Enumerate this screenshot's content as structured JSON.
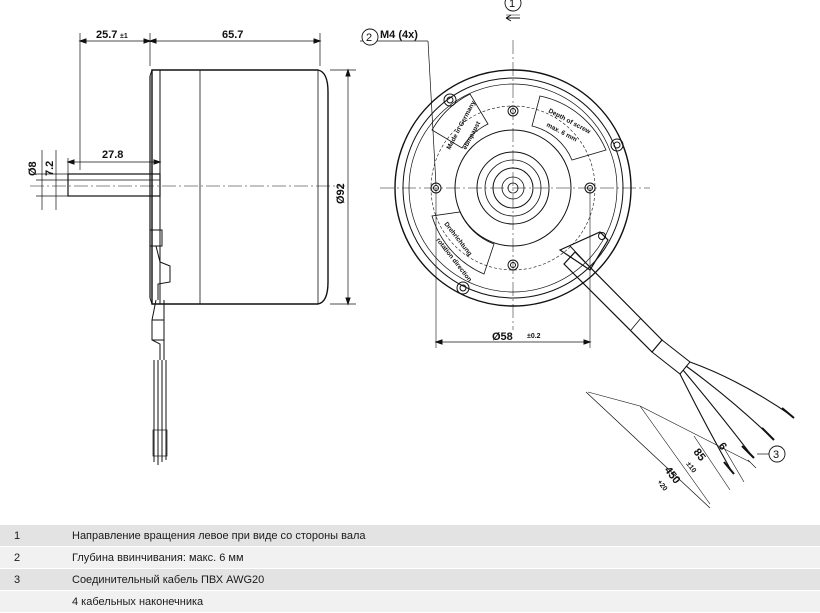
{
  "dimensions": {
    "length_shaft": "25.7",
    "length_shaft_tol": "±1",
    "length_body": "65.7",
    "shaft_flat": "27.8",
    "shaft_diameter": "Ø8",
    "shaft_flat_height": "7.2",
    "body_diameter": "Ø92",
    "mount_circle": "Ø58",
    "mount_circle_tol": "±0.2",
    "cable_length": "450",
    "cable_length_tol": "+20",
    "strip_length": "85",
    "strip_length_tol": "±10",
    "end_length": "6",
    "thread": "M4 (4x)"
  },
  "callouts": [
    "1",
    "2",
    "3"
  ],
  "label_texts": {
    "made_in": "Made in Germany",
    "brand": "ebmpapst",
    "depth": "Depth of screw",
    "max": "max. 6 mm",
    "rotation": "Drehrichtung",
    "direction": "rotation direction"
  },
  "legend": [
    {
      "num": "1",
      "text": "Направление вращения левое при виде со стороны вала"
    },
    {
      "num": "2",
      "text": "Глубина ввинчивания: макс. 6 мм"
    },
    {
      "num": "3",
      "text": "Соединительный кабель ПВХ AWG20"
    },
    {
      "num": "",
      "text": "4 кабельных наконечника"
    }
  ]
}
